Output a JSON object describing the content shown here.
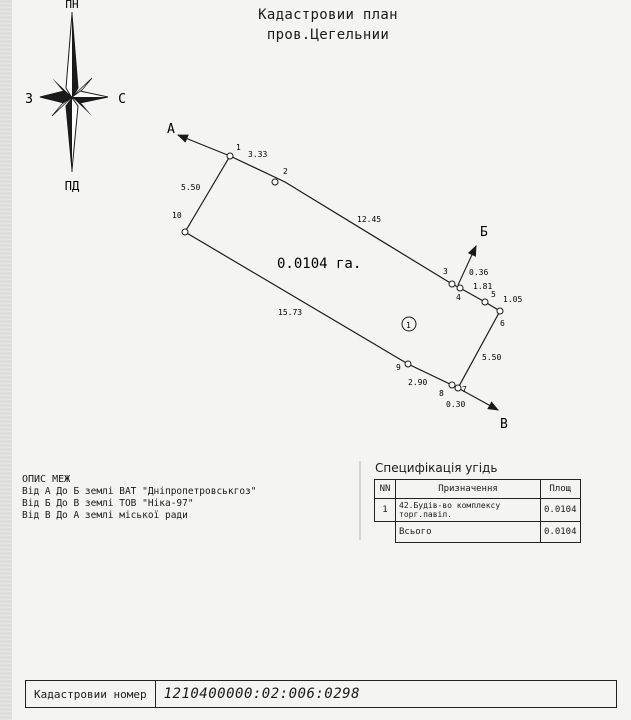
{
  "title": {
    "line1": "Кадастровии план",
    "line2": "пров.Цегельнии"
  },
  "compass": {
    "north": "ПН",
    "south": "ПД",
    "west": "З",
    "east": "С"
  },
  "plan": {
    "area": "0.0104 га.",
    "parcel_no": "1",
    "points": [
      "1",
      "2",
      "3",
      "4",
      "5",
      "6",
      "7",
      "8",
      "9",
      "10"
    ],
    "distances": [
      "3.33",
      "12.45",
      "0.36",
      "1.81",
      "1.05",
      "5.50",
      "0.30",
      "2.90",
      "15.73",
      "5.50"
    ],
    "directions": [
      "А",
      "Б",
      "В"
    ]
  },
  "boundary_description": {
    "heading": "ОПИС МЕЖ",
    "lines": [
      "Від  А  До  Б  землі ВАТ \"Дніпропетровськгоз\"",
      "Від  Б  До  В  землі ТОВ \"Ніка-97\"",
      "Від  В  До  А  землі міської ради"
    ]
  },
  "specification": {
    "title": "Специфікація угідь",
    "columns": [
      "NN",
      "Призначення",
      "Площ"
    ],
    "rows": [
      {
        "nn": "1",
        "purpose": "42.Будів-во комплексу торг.павіл.",
        "area": "0.0104"
      }
    ],
    "total": {
      "label": "Всього",
      "area": "0.0104"
    }
  },
  "cadastral": {
    "label": "Кадастровии номер",
    "value": "1210400000:02:006:0298"
  }
}
